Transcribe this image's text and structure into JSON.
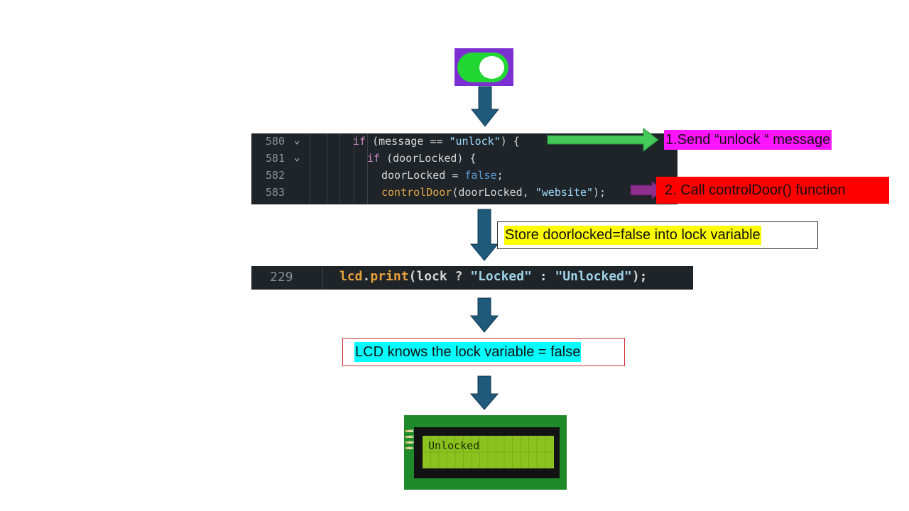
{
  "code_block_1": {
    "lines": [
      {
        "number": "580",
        "text": "if (message == \"unlock\") {"
      },
      {
        "number": "581",
        "text": "if (doorLocked) {"
      },
      {
        "number": "582",
        "text": "doorLocked = false;"
      },
      {
        "number": "583",
        "text": "controlDoor(doorLocked, \"website\");"
      }
    ]
  },
  "code_block_2": {
    "number": "229",
    "text": "lcd.print(lock ? \"Locked\" : \"Unlocked\");"
  },
  "labels": {
    "step1": "1.Send “unlock “ message",
    "step2": "2. Call controlDoor() function",
    "store": "Store doorlocked=false into lock variable",
    "lcd_knows": "LCD knows the lock variable = false"
  },
  "lcd": {
    "display_text": "Unlocked",
    "pins": [
      "GND",
      "VCC",
      "SDA",
      "SCL"
    ]
  },
  "colors": {
    "toggle_bg": "#7b2fd0",
    "toggle_on": "#22d634",
    "arrow_down": "#1f5a7a",
    "arrow_green": "#44c95a",
    "arrow_purple": "#8e2f8e",
    "label1_bg": "#ff14ff",
    "label2_bg": "#ff0000",
    "label3_bg": "#ffff00",
    "label4_bg": "#00ffff"
  }
}
